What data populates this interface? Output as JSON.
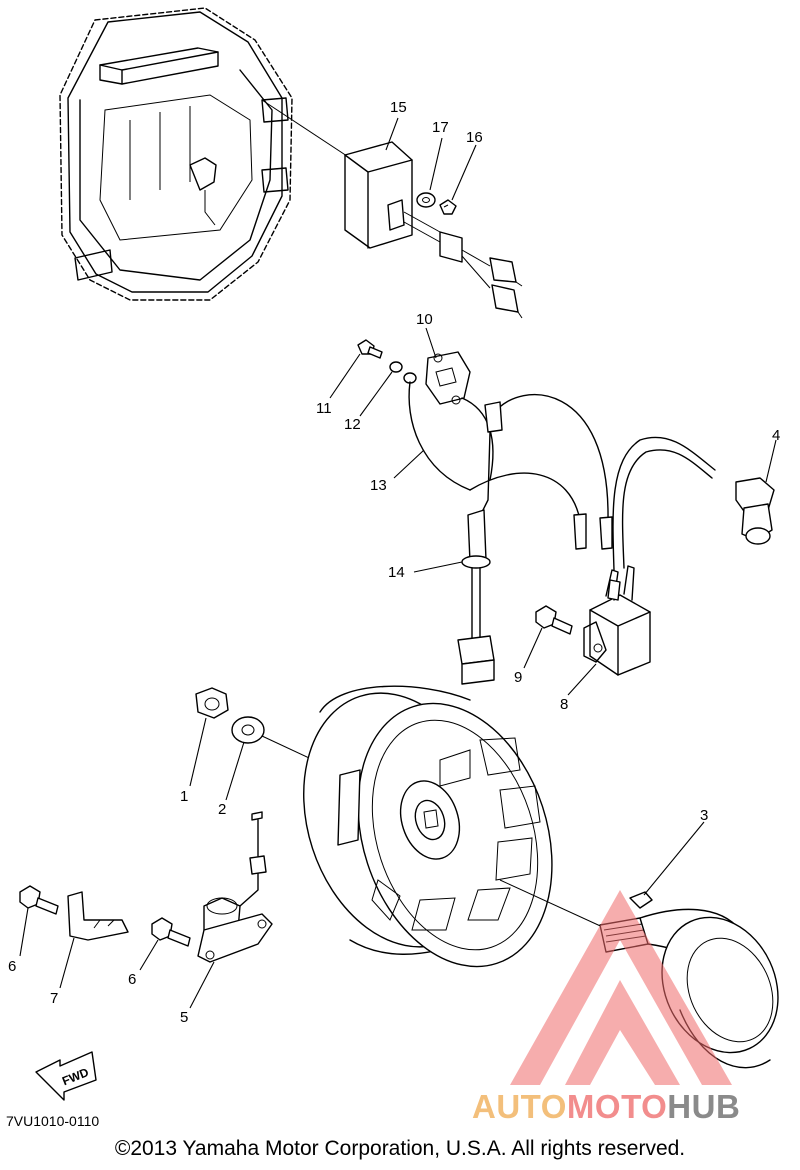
{
  "diagram": {
    "code": "7VU1010-0110",
    "copyright": "©2013 Yamaha Motor Corporation, U.S.A. All rights reserved.",
    "fwd_label": "FWD"
  },
  "callouts": [
    "1",
    "2",
    "3",
    "4",
    "5",
    "6",
    "6",
    "7",
    "8",
    "9",
    "10",
    "11",
    "12",
    "13",
    "14",
    "15",
    "16",
    "17"
  ],
  "watermark": {
    "part1": "AUTO",
    "part2": "MOTO",
    "part3": "HUB",
    "colors": {
      "auto": "#f3bf7b",
      "moto": "#f28d8d",
      "hub": "#8a8a8a",
      "triangle": "#f06b6b"
    }
  }
}
